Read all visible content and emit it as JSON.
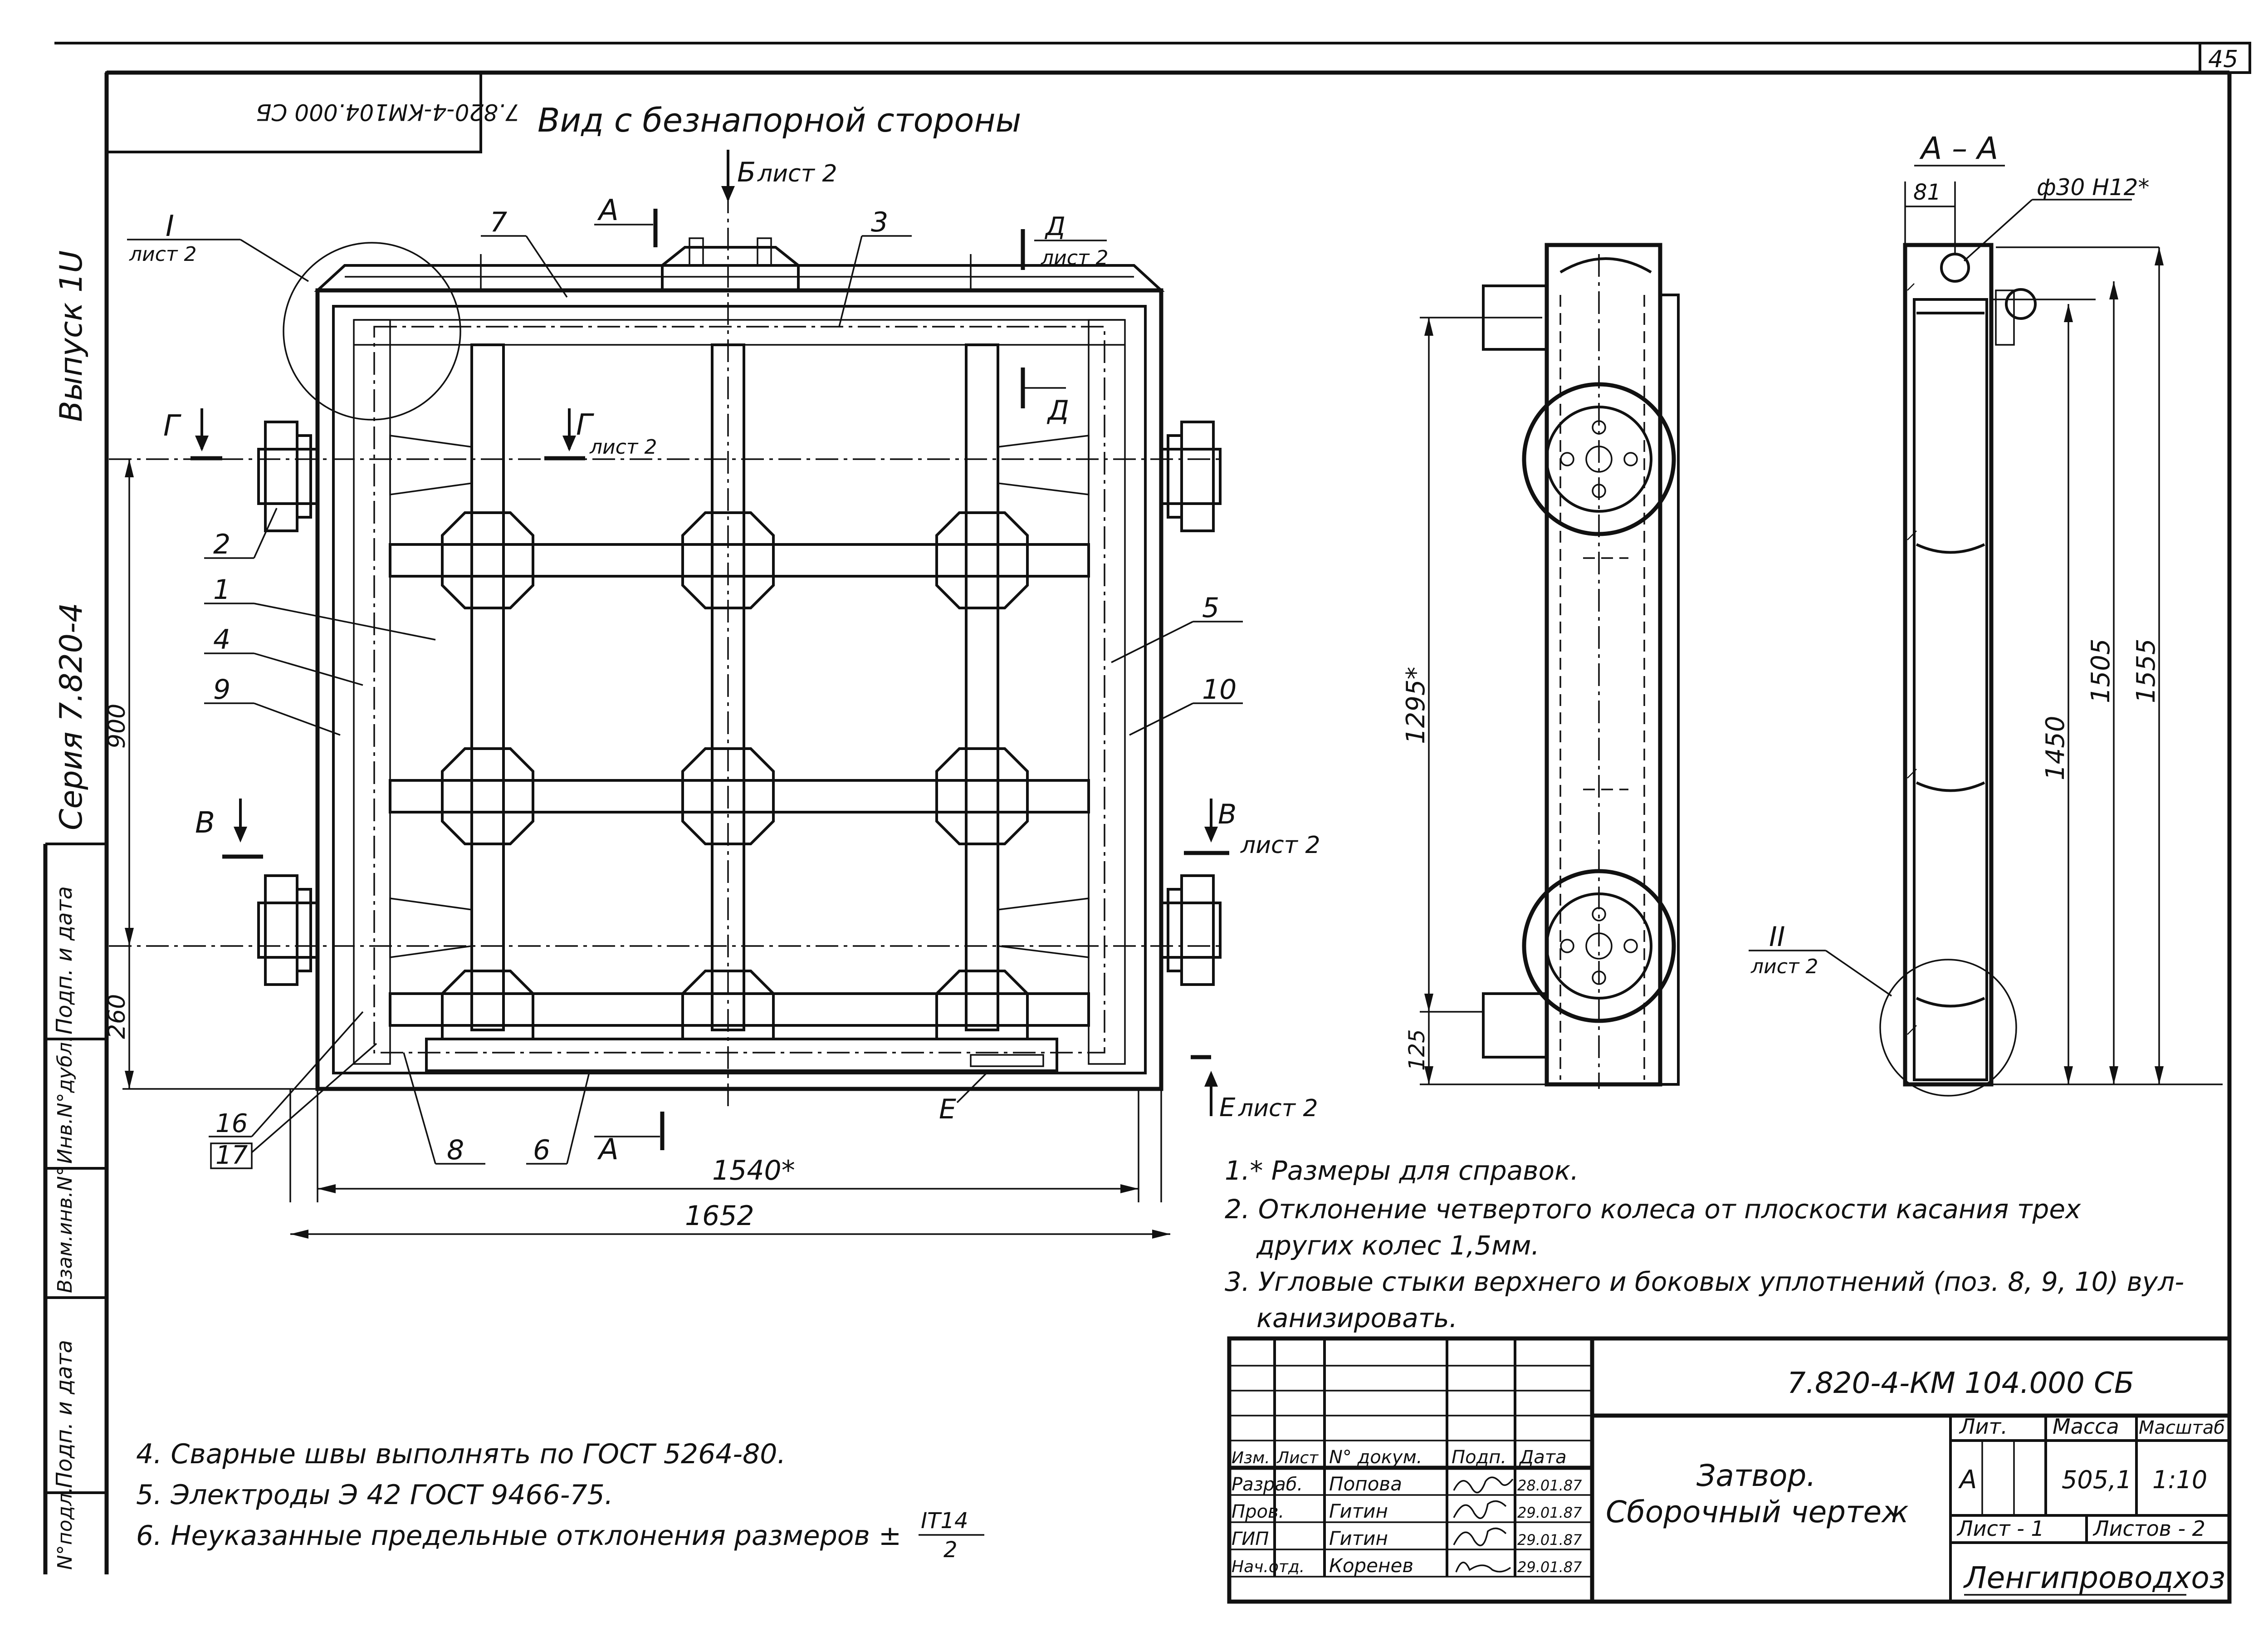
{
  "sheet_number": "45",
  "corner_code": "7.820-4-КМ104.000 СБ",
  "view_title": "Вид с безнапорной стороны",
  "left_margin": {
    "vypusk": "Выпуск 1U",
    "seriya": "Серия 7.820-4",
    "stamp_cells": [
      "Подп. и дата",
      "Инв.N°дубл.",
      "Взам.инв.N°",
      "Подп. и дата",
      "N°подл."
    ]
  },
  "callouts": {
    "I": {
      "label": "I",
      "sheet": "лист 2"
    },
    "II": {
      "label": "II",
      "sheet": "лист 2"
    },
    "A_top": "А",
    "A_bottom": "А",
    "B": {
      "label": "Б",
      "sheet": "лист 2"
    },
    "V_left": "В",
    "V_right": {
      "label": "В",
      "sheet": "лист 2"
    },
    "G_left": "Г",
    "G_right": {
      "label": "Г",
      "sheet": "лист 2"
    },
    "D_top": {
      "label": "Д",
      "sheet": "лист 2"
    },
    "D_mid": "Д",
    "E_left": "Е",
    "E_right": {
      "label": "Е",
      "sheet": "лист 2"
    }
  },
  "positions": [
    "1",
    "2",
    "3",
    "4",
    "5",
    "6",
    "7",
    "8",
    "9",
    "10",
    "16",
    "17"
  ],
  "dimensions": {
    "width_inner": "1540*",
    "width_outer": "1652",
    "left_900": "900",
    "left_260": "260",
    "side_1295": "1295*",
    "side_125": "125",
    "sec_81": "81",
    "sec_hole": "ф30 Н12*",
    "sec_1450": "1450",
    "sec_1505": "1505",
    "sec_1555": "1555"
  },
  "section_title": "А – А",
  "notes_right": [
    "1.* Размеры для справок.",
    "2. Отклонение четвертого колеса от плоскости  касания трех",
    "другиx колес 1,5мм.",
    "3. Угловые стыки верхнего и боковых уплотнений (поз. 8, 9, 10) вул-",
    "канизировать."
  ],
  "notes_left": [
    "4. Сварные швы выполнять по ГОСТ 5264-80.",
    "5. Электроды Э 42 ГОСТ 9466-75.",
    "6. Неуказанные предельные отклонения размеров ±"
  ],
  "tolerance": {
    "numerator": "IT14",
    "denominator": "2"
  },
  "title_block": {
    "designation": "7.820-4-КМ 104.000 СБ",
    "title_line1": "Затвор.",
    "title_line2": "Сборочный чертеж",
    "headers": [
      "Изм.",
      "Лист",
      "N° докум.",
      "Подп.",
      "Дата"
    ],
    "rows": [
      {
        "role": "Разраб.",
        "name": "Попова",
        "date": "28.01.87"
      },
      {
        "role": "Пров.",
        "name": "Гитин",
        "date": "29.01.87"
      },
      {
        "role": "ГИП",
        "name": "Гитин",
        "date": "29.01.87"
      },
      {
        "role": "Нач.отд.",
        "name": "Коренев",
        "date": "29.01.87"
      }
    ],
    "lit_label": "Лит.",
    "lit_value": "А",
    "mass_label": "Масса",
    "mass_value": "505,1",
    "scale_label": "Масштаб",
    "scale_value": "1:10",
    "sheet_label": "Лист - 1",
    "sheets_label": "Листов - 2",
    "organization": "Ленгипроводхоз"
  }
}
